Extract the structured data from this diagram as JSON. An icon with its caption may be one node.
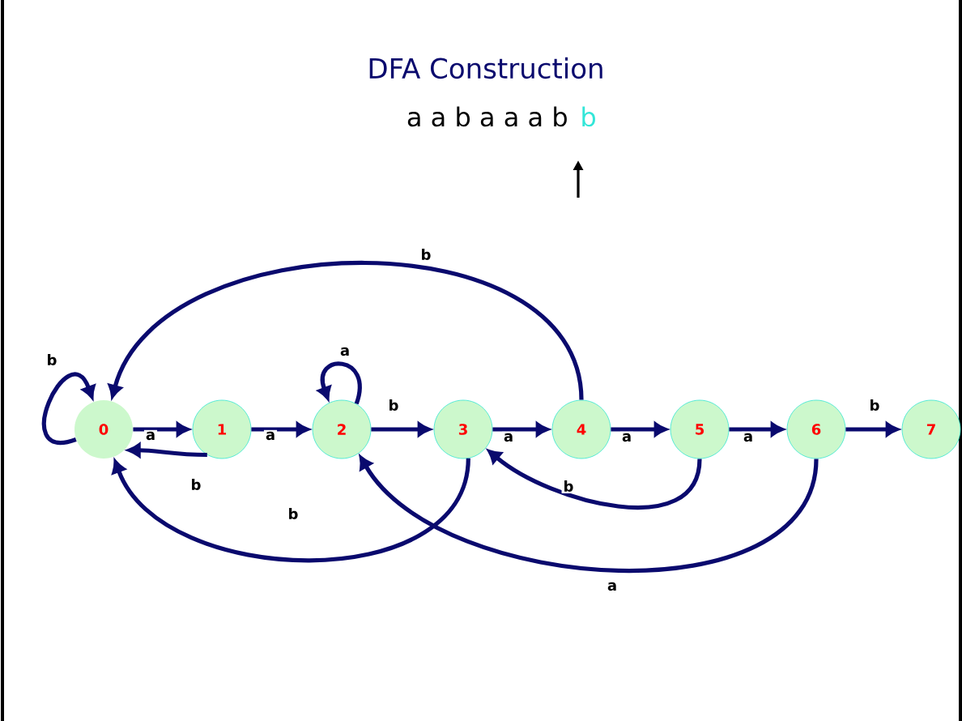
{
  "diagram": {
    "title": "DFA Construction",
    "nodes": [
      {
        "text": [
          "0"
        ]
      },
      {
        "text": [
          "1"
        ]
      },
      {
        "text": [
          "2"
        ]
      },
      {
        "text": [
          "3"
        ]
      },
      {
        "text": [
          "4"
        ]
      },
      {
        "text": [
          "5"
        ]
      },
      {
        "text": [
          "6"
        ]
      },
      {
        "text": [
          "7"
        ]
      }
    ],
    "edges": [
      {
        "from": 0,
        "to": 0,
        "arrow": "to",
        "label": "b"
      },
      {
        "from": 0,
        "to": 1,
        "arrow": "to",
        "label": "a"
      },
      {
        "from": 1,
        "to": 2,
        "arrow": "to",
        "label": "a"
      },
      {
        "from": 1,
        "to": 0,
        "arrow": "to",
        "label": "b"
      },
      {
        "from": 2,
        "to": 2,
        "arrow": "to",
        "label": "a"
      },
      {
        "from": 2,
        "to": 3,
        "arrow": "to",
        "label": "b"
      },
      {
        "from": 3,
        "to": 0,
        "arrow": "to",
        "label": "b"
      },
      {
        "from": 3,
        "to": 4,
        "arrow": "to",
        "label": "a"
      },
      {
        "from": 4,
        "to": 0,
        "arrow": "to",
        "label": "b"
      },
      {
        "from": 4,
        "to": 5,
        "arrow": "to",
        "label": "a"
      },
      {
        "from": 5,
        "to": 3,
        "arrow": "to",
        "label": "b"
      },
      {
        "from": 5,
        "to": 6,
        "arrow": "to",
        "label": "a"
      },
      {
        "from": 6,
        "to": 2,
        "arrow": "to",
        "label": "a"
      },
      {
        "from": 6,
        "to": 7,
        "arrow": "to",
        "label": "b"
      }
    ],
    "labels": [
      "a a b a a a b",
      "b"
    ]
  }
}
